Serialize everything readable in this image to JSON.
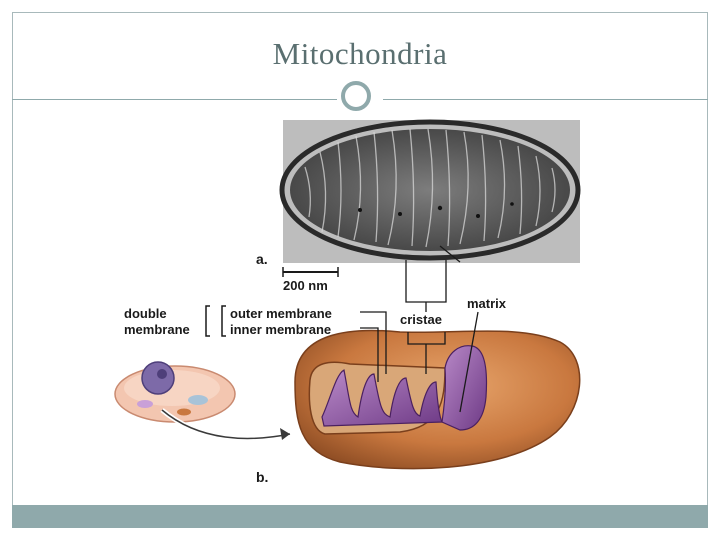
{
  "slide": {
    "title": "Mitochondria"
  },
  "figure": {
    "panel_a_label": "a.",
    "panel_b_label": "b.",
    "scale_bar": "200 nm",
    "labels": {
      "double_membrane_line1": "double",
      "double_membrane_line2": "membrane",
      "outer_membrane": "outer membrane",
      "inner_membrane": "inner membrane",
      "cristae": "cristae",
      "matrix": "matrix"
    }
  },
  "colors": {
    "accent": "#8fa9ab",
    "title_text": "#5a6f70",
    "cristae_purple": "#8b4f9e",
    "outer_brown": "#c9783f"
  }
}
